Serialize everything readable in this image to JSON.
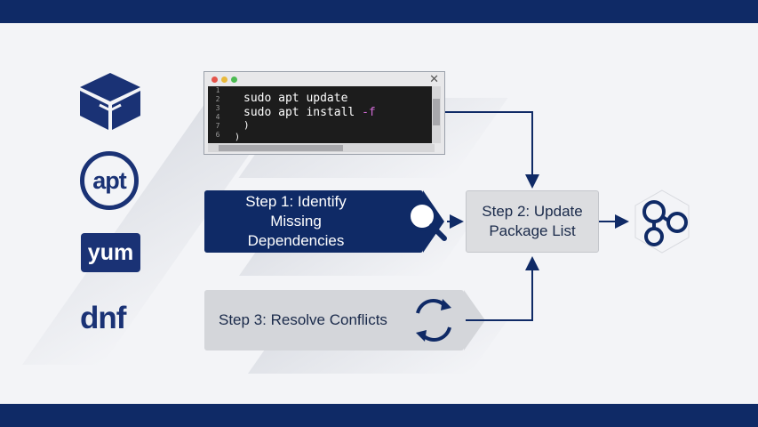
{
  "colors": {
    "brand_navy": "#0f2a66",
    "panel_grey": "#dcdde0",
    "terminal_bg": "#1c1c1c",
    "flag_purple": "#d46cd8"
  },
  "package_managers": {
    "box_icon": "package-box-icon",
    "apt": "apt",
    "yum": "yum",
    "dnf": "dnf"
  },
  "terminal": {
    "line_numbers": [
      "1",
      "2",
      "3",
      "4",
      "7",
      "6"
    ],
    "cmd_update": "sudo apt update",
    "cmd_install_prefix": "sudo apt install ",
    "cmd_install_flag": "-f",
    "cmd_paren": ")",
    "cmd_paren2": ")",
    "close_glyph": "✕"
  },
  "steps": {
    "step1": "Step 1: Identify Missing Dependencies",
    "step2": "Step 2: Update Package List",
    "step3": "Step 3: Resolve Conflicts"
  }
}
